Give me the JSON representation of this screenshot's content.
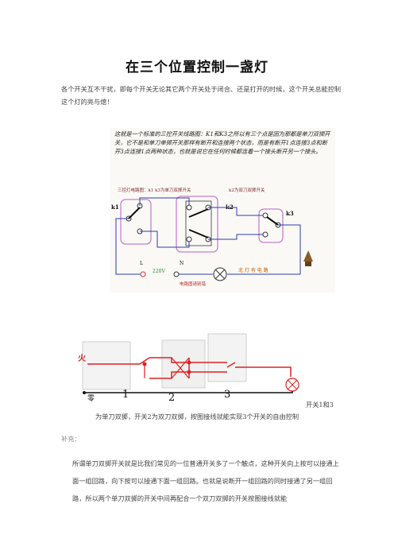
{
  "title": "在三个位置控制一盏灯",
  "intro": "各个开关互不干扰，即每个开关无论其它两个开关处于闭合、还是打开的时候，这个开关总能控制这个灯的亮与熄！",
  "diagram1": {
    "note": "这就是一个标准的三控开关线路图：K1和K3之所以有三个点是因为那都是单刀双掷开关，它不是和单刀单掷开关那样有断开和连接两个状态，而是有断开1点连接3点和断开3点连接1点两种状态，也就是说它在任何时候都连着一个接头断开另一个接头。",
    "header_left": "三控灯电路图：k1 k3为单刀双掷开关",
    "header_right": "k2为双刀双掷开关",
    "k1": "k1",
    "k2": "k2",
    "k3": "k3",
    "L": "L",
    "N": "N",
    "voltage": "220V",
    "bottom_label": "电路图请别错",
    "right_label": "北 灯 有 电 路"
  },
  "diagram2": {
    "live": "火",
    "neutral": "零",
    "n1": "1",
    "n2": "2",
    "n3": "3"
  },
  "caption_right": "开关1和3",
  "caption_line": "为单刀双掷，开关2为双刀双掷，按图接线就能实现3个开关的自由控制",
  "supplement": "补充：",
  "para2": "所谓单刀双掷开关就是比我们常见的一位普通开关多了一个触点，这种开关向上按可以接通上面一组回路，向下按可以接通下面一组回路。也就是说断开一组回路的同时接通了另一组回路，所以两个单刀双掷的开关中间再配合一个双刀双掷的开关按图接线就能"
}
